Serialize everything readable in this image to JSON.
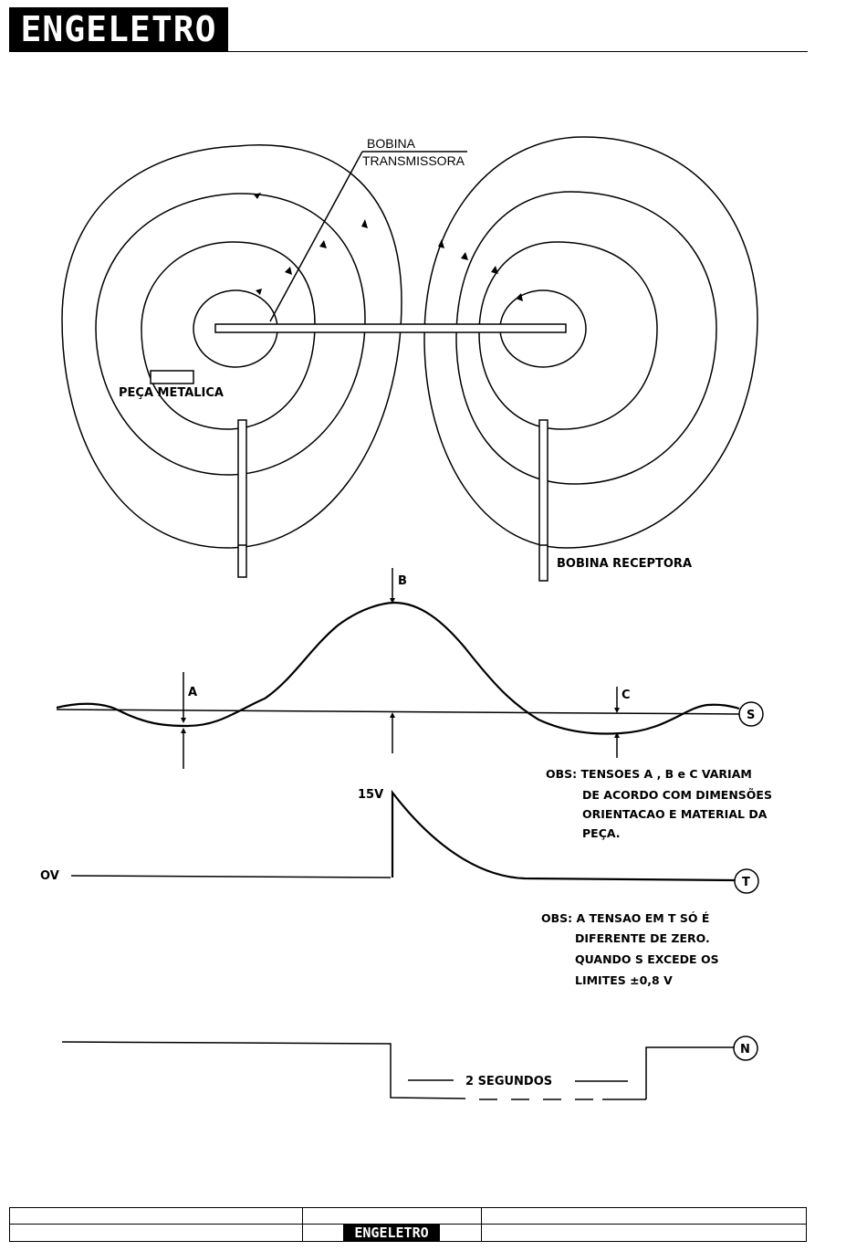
{
  "header": {
    "brand": "ENGELETRO"
  },
  "labels": {
    "transmitter_line1": "BOBINA",
    "transmitter_line2": "TRANSMISSORA",
    "metal_part": "PEÇA METALICA",
    "receiver": "BOBINA  RECEPTORA",
    "point_a": "A",
    "point_b": "B",
    "point_c": "C",
    "terminal_s": "S",
    "terminal_t": "T",
    "terminal_n": "N",
    "v15": "15V",
    "v0": "OV",
    "duration": "2 SEGUNDOS"
  },
  "notes": {
    "obs1": [
      "OBS: TENSOES  A , B e C VARIAM",
      "DE ACORDO COM DIMENSÕES",
      "ORIENTACAO  E MATERIAL DA",
      "PEÇA."
    ],
    "obs2": [
      "OBS: A TENSAO  EM  T  SÓ  É",
      "DIFERENTE  DE  ZERO.",
      "QUANDO  S  EXCEDE  OS",
      "LIMITES   ±0,8 V"
    ]
  },
  "footer": {
    "brand": "ENGELETRO"
  }
}
